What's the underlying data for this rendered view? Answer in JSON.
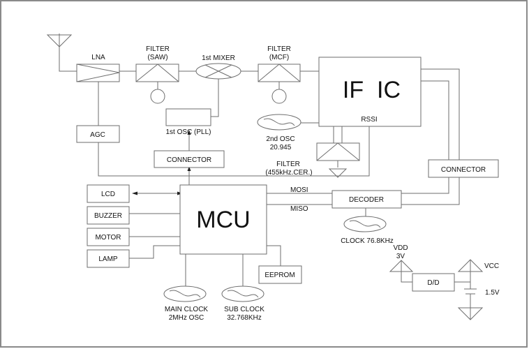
{
  "diagram": {
    "type": "block-diagram",
    "blocks": {
      "lna": "LNA",
      "filter_saw_line1": "FILTER",
      "filter_saw_line2": "(SAW)",
      "mixer": "1st MIXER",
      "filter_mcf_line1": "FILTER",
      "filter_mcf_line2": "(MCF)",
      "if_ic_left": "IF",
      "if_ic_right": "IC",
      "rssi": "RSSI",
      "osc1": "1st OSC (PLL)",
      "agc": "AGC",
      "connector_left": "CONNECTOR",
      "osc2_line1": "2nd OSC",
      "osc2_line2": "20.945",
      "filter_cer_line1": "FILTER",
      "filter_cer_line2": "(455kHz.CER.)",
      "connector_right": "CONNECTOR",
      "lcd": "LCD",
      "buzzer": "BUZZER",
      "motor": "MOTOR",
      "lamp": "LAMP",
      "mcu": "MCU",
      "mosi": "MOSI",
      "miso": "MISO",
      "decoder": "DECODER",
      "clock_decoder": "CLOCK 76.8KHz",
      "eeprom": "EEPROM",
      "main_clock_line1": "MAIN CLOCK",
      "main_clock_line2": "2MHz OSC",
      "sub_clock_line1": "SUB CLOCK",
      "sub_clock_line2": "32.768KHz",
      "vdd_line1": "VDD",
      "vdd_line2": "3V",
      "dd": "D/D",
      "vcc": "VCC",
      "battery": "1.5V"
    }
  }
}
